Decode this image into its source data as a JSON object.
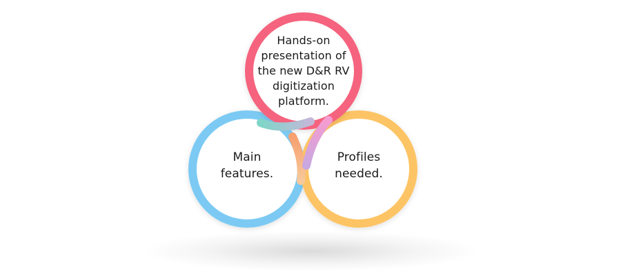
{
  "diagram": {
    "circles": [
      {
        "id": "top",
        "text": "Hands-on\npresentation of\nthe new D&R RV\ndigitization\nplatform.",
        "color": "#f5647e"
      },
      {
        "id": "left",
        "text": "Main\nfeatures.",
        "color": "#7ccaf3"
      },
      {
        "id": "right",
        "text": "Profiles\nneeded.",
        "color": "#fdc465"
      }
    ],
    "overlap_colors": {
      "top_left": "#7fd6c8",
      "left_top": "#f7a070",
      "top_right": "#f59cd0"
    }
  }
}
